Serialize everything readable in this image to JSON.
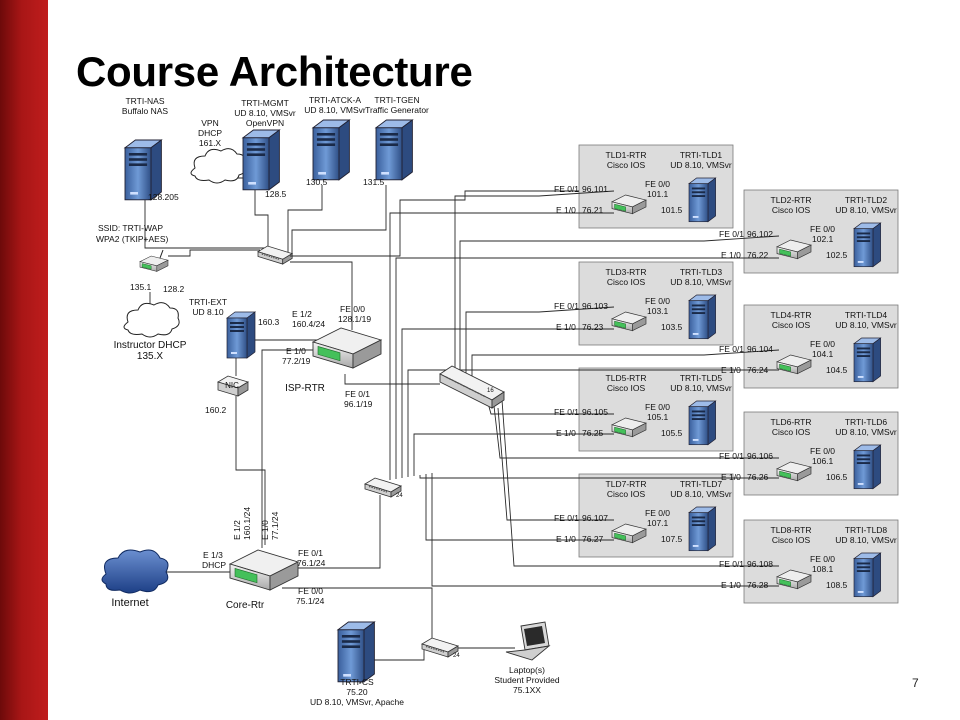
{
  "slide": {
    "title": "Course Architecture",
    "page_number": "7"
  },
  "devices": {
    "nas": {
      "name": "TRTI-NAS",
      "desc": "Buffalo NAS",
      "ip": "128.205"
    },
    "vpn_cloud": {
      "l1": "VPN",
      "l2": "DHCP",
      "l3": "161.X"
    },
    "mgmt": {
      "name": "TRTI-MGMT",
      "l2": "UD 8.10, VMSvr",
      "l3": "OpenVPN",
      "ip": "128.5"
    },
    "atck": {
      "name": "TRTI-ATCK-A",
      "l2": "UD 8.10, VMSvr",
      "ip": "130.5"
    },
    "tgen": {
      "name": "TRTI-TGEN",
      "l2": "Traffic Generator",
      "ip": "131.5"
    },
    "wap": {
      "l1": "SSID: TRTI-WAP",
      "l2": "WPA2 (TKIP+AES)",
      "ip_left": "135.1",
      "ip_right": "128.2"
    },
    "instructor": {
      "l1": "Instructor DHCP",
      "l2": "135.X"
    },
    "ext": {
      "name": "TRTI-EXT",
      "l2": "UD 8.10",
      "ip": "160.3"
    },
    "nic": {
      "label": "NIC",
      "ip": "160.2"
    },
    "isp": {
      "name": "ISP-RTR",
      "e12_l1": "E 1/2",
      "e12_l2": "160.4/24",
      "fe00_l1": "FE 0/0",
      "fe00_l2": "128.1/19",
      "e10_l1": "E 1/0",
      "e10_l2": "77.2/19",
      "fe01_l1": "FE 0/1",
      "fe01_l2": "96.1/19"
    },
    "core": {
      "name": "Core-Rtr",
      "e13_l1": "E 1/3",
      "e13_l2": "DHCP",
      "e12_l1": "E 1/2",
      "e12_l2": "160.1/24",
      "e10_l1": "E 1/0",
      "e10_l2": "77.1/24",
      "fe01_l1": "FE 0/1",
      "fe01_l2": "76.1/24",
      "fe00_l1": "FE 0/0",
      "fe00_l2": "75.1/24"
    },
    "internet": {
      "label": "Internet"
    },
    "cs": {
      "name": "TRTI-CS",
      "l2": "75.20",
      "l3": "UD 8.10, VMSvr, Apache"
    },
    "laptop": {
      "l1": "Laptop(s)",
      "l2": "Student Provided",
      "l3": "75.1XX"
    },
    "switch_big": {
      "port": "16"
    },
    "switch_mid": {
      "port": "24"
    },
    "switch_bottom": {
      "port": "24"
    }
  },
  "tld_common": {
    "router_os": "Cisco IOS",
    "server_os": "UD 8.10, VMSvr",
    "fe01": "FE 0/1",
    "e10": "E 1/0",
    "fe00": "FE 0/0"
  },
  "tlds": [
    {
      "router": "TLD1-RTR",
      "server": "TRTI-TLD1",
      "fe_ip": "96.101",
      "e_ip": "76.21",
      "inner_ip": "101.1",
      "srv_ip": "101.5"
    },
    {
      "router": "TLD2-RTR",
      "server": "TRTI-TLD2",
      "fe_ip": "96.102",
      "e_ip": "76.22",
      "inner_ip": "102.1",
      "srv_ip": "102.5"
    },
    {
      "router": "TLD3-RTR",
      "server": "TRTI-TLD3",
      "fe_ip": "96.103",
      "e_ip": "76.23",
      "inner_ip": "103.1",
      "srv_ip": "103.5"
    },
    {
      "router": "TLD4-RTR",
      "server": "TRTI-TLD4",
      "fe_ip": "96.104",
      "e_ip": "76.24",
      "inner_ip": "104.1",
      "srv_ip": "104.5"
    },
    {
      "router": "TLD5-RTR",
      "server": "TRTI-TLD5",
      "fe_ip": "96.105",
      "e_ip": "76.25",
      "inner_ip": "105.1",
      "srv_ip": "105.5"
    },
    {
      "router": "TLD6-RTR",
      "server": "TRTI-TLD6",
      "fe_ip": "96.106",
      "e_ip": "76.26",
      "inner_ip": "106.1",
      "srv_ip": "106.5"
    },
    {
      "router": "TLD7-RTR",
      "server": "TRTI-TLD7",
      "fe_ip": "96.107",
      "e_ip": "76.27",
      "inner_ip": "107.1",
      "srv_ip": "107.5"
    },
    {
      "router": "TLD8-RTR",
      "server": "TRTI-TLD8",
      "fe_ip": "96.108",
      "e_ip": "76.28",
      "inner_ip": "108.1",
      "srv_ip": "108.5"
    }
  ],
  "colors": {
    "accent_red": "#b01818",
    "box_fill": "#dcdcdc",
    "server_blue": "#5b86c4",
    "router_green": "#44c05a"
  }
}
